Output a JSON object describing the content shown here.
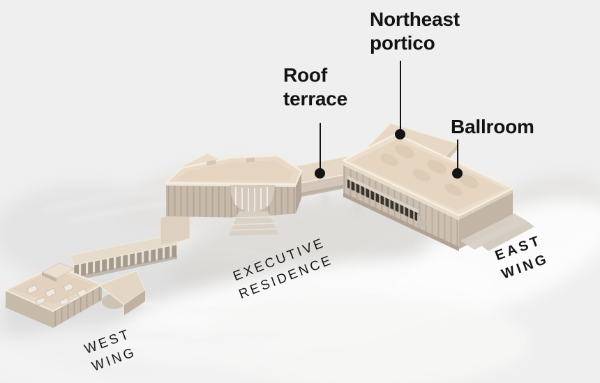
{
  "background_color": "#efefef",
  "annotation": {
    "line_color": "#141414",
    "dot_color": "#141414",
    "text_color": "#131313"
  },
  "callouts": [
    {
      "id": "northeast-portico",
      "label": "Northeast portico"
    },
    {
      "id": "roof-terrace",
      "label": "Roof terrace"
    },
    {
      "id": "ballroom",
      "label": "Ballroom"
    }
  ],
  "area_labels": [
    {
      "id": "executive-residence",
      "lines": [
        "EXECUTIVE",
        "RESIDENCE"
      ]
    },
    {
      "id": "east-wing",
      "lines": [
        "EAST",
        "WING"
      ]
    },
    {
      "id": "west-wing",
      "lines": [
        "WEST",
        "WING"
      ]
    }
  ],
  "palette": {
    "roof_beige": "#ead9c7",
    "roof_rim": "#f4ecdf",
    "wall_tan": "#c9bcae",
    "wall_shadow": "#b2a496",
    "colonnade_dark": "#3a332b",
    "ground_white": "#fdfdfd",
    "ground_gray": "#d9d9d9"
  }
}
